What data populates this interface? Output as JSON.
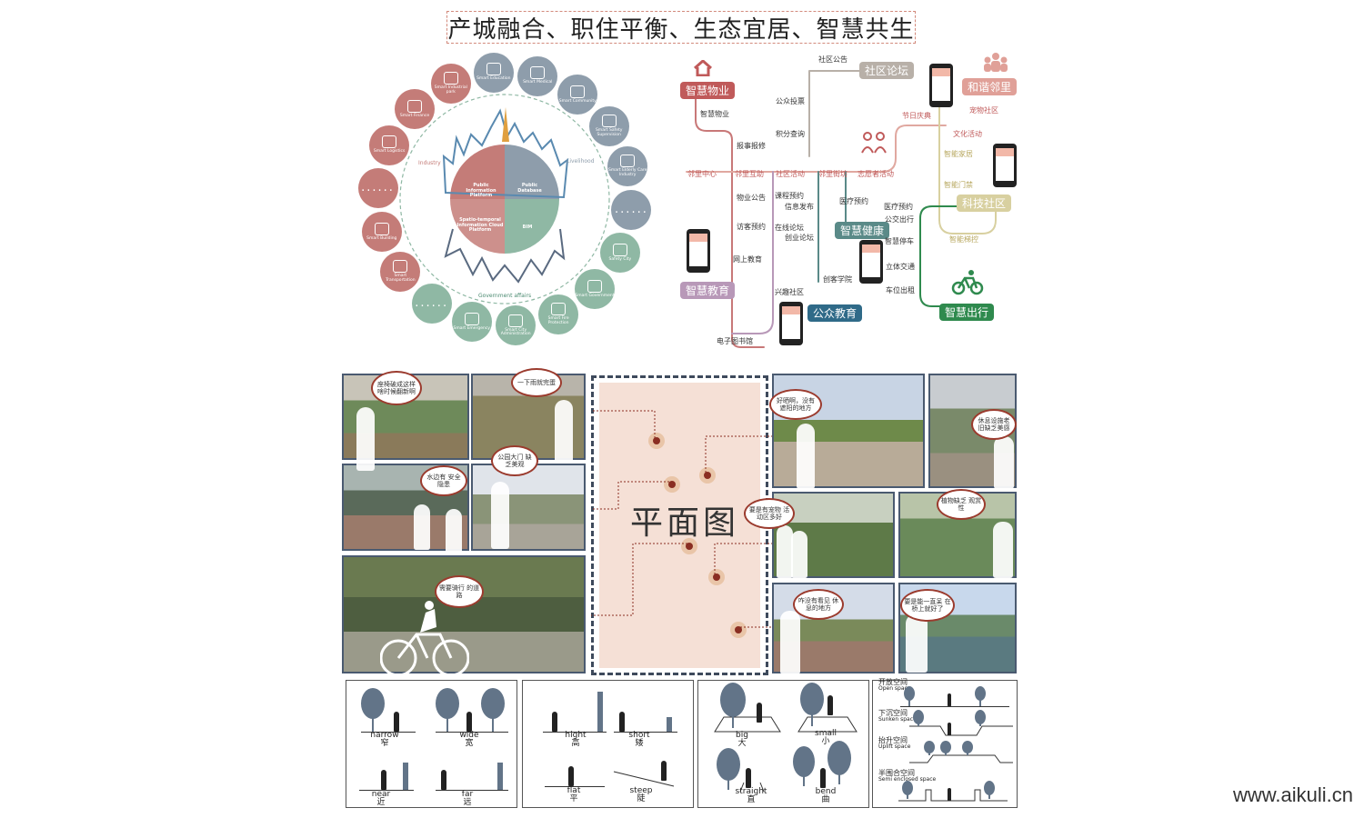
{
  "title": "产城融合、职住平衡、生态宜居、智慧共生",
  "ring": {
    "sector_labels": [
      "Public Information Platform",
      "Public Database",
      "Spatio-temporal Information Cloud Platform",
      "BIM"
    ],
    "arc_labels": {
      "left": "Industry",
      "right": "Livelihood",
      "bottom": "Government affairs"
    },
    "nodes": [
      {
        "label": "Smart Education",
        "color": "#8e9dab"
      },
      {
        "label": "Smart Medical",
        "color": "#8e9dab"
      },
      {
        "label": "Smart Community",
        "color": "#8e9dab"
      },
      {
        "label": "Smart Safety Supervision",
        "color": "#8e9dab"
      },
      {
        "label": "Smart Elderly Care Industry",
        "color": "#8e9dab"
      },
      {
        "label": "......",
        "color": "#8e9dab"
      },
      {
        "label": "Safety City",
        "color": "#8fb8a4"
      },
      {
        "label": "Smart Government",
        "color": "#8fb8a4"
      },
      {
        "label": "Smart Fire Protection",
        "color": "#8fb8a4"
      },
      {
        "label": "Smart City Administration",
        "color": "#8fb8a4"
      },
      {
        "label": "Smart Emergency",
        "color": "#8fb8a4"
      },
      {
        "label": "......",
        "color": "#8fb8a4"
      },
      {
        "label": "Smart Transportation",
        "color": "#c47c78"
      },
      {
        "label": "Smart Building",
        "color": "#c47c78"
      },
      {
        "label": "......",
        "color": "#c47c78"
      },
      {
        "label": "Smart Logistics",
        "color": "#c47c78"
      },
      {
        "label": "Smart Finance",
        "color": "#c47c78"
      },
      {
        "label": "Smart Industrial park",
        "color": "#c47c78"
      }
    ]
  },
  "metro": {
    "hubs": {
      "property": "智慧物业",
      "forum": "社区论坛",
      "neighbor": "和谐邻里",
      "tech": "科技社区",
      "health": "智慧健康",
      "education": "智慧教育",
      "public_edu": "公众教育",
      "travel": "智慧出行"
    },
    "stations": {
      "s1": "社区公告",
      "s2": "公众投票",
      "s3": "积分查询",
      "s4": "智慧物业",
      "s5": "报事报修",
      "s6": "邻里中心",
      "s7": "邻里互助",
      "s8": "社区活动",
      "s9": "邻里街坊",
      "s10": "志愿者活动",
      "s11": "节日庆典",
      "s12": "宠物社区",
      "s13": "文化活动",
      "s14": "智能家居",
      "s15": "智能门禁",
      "s16": "智能梯控",
      "s17": "物业公告",
      "s18": "课程预约",
      "s19": "信息发布",
      "s20": "医疗预约",
      "s21": "医疗预约",
      "s22": "访客预约",
      "s23": "在线论坛",
      "s24": "创业论坛",
      "s25": "公交出行",
      "s26": "智慧停车",
      "s27": "立体交通",
      "s28": "网上教育",
      "s29": "创客学院",
      "s30": "车位出租",
      "s31": "兴趣社区",
      "s32": "电子图书馆"
    }
  },
  "photos": {
    "bubbles": {
      "b1": "座椅破成这样 啥时候翻新啊",
      "b2": "一下雨就完蛋",
      "b3": "公园大门 缺乏美观",
      "b4": "水边有 安全隐患",
      "b5": "需要骑行 的道路",
      "b6": "好晒啊，没有 遮阳的地方",
      "b7": "休息设施老 旧缺乏美感",
      "b8": "要是有宠物 活动区多好",
      "b9": "植物缺乏 观赏性",
      "b10": "咋没有看见 休息的地方",
      "b11": "要是能一直呆 在桥上就好了"
    },
    "plan_title": "平面图"
  },
  "legend": {
    "narrow": {
      "en": "narrow",
      "zh": "窄"
    },
    "wide": {
      "en": "wide",
      "zh": "宽"
    },
    "near": {
      "en": "near",
      "zh": "近"
    },
    "far": {
      "en": "far",
      "zh": "远"
    },
    "hight": {
      "en": "hight",
      "zh": "高"
    },
    "short": {
      "en": "short",
      "zh": "矮"
    },
    "flat": {
      "en": "flat",
      "zh": "平"
    },
    "steep": {
      "en": "steep",
      "zh": "陡"
    },
    "big": {
      "en": "big",
      "zh": "大"
    },
    "small": {
      "en": "small",
      "zh": "小"
    },
    "straight": {
      "en": "straight",
      "zh": "直"
    },
    "bend": {
      "en": "bend",
      "zh": "曲"
    },
    "spaces": [
      {
        "zh": "开放空间",
        "en": "Open space"
      },
      {
        "zh": "下沉空间",
        "en": "Sunken space"
      },
      {
        "zh": "抬升空间",
        "en": "Uplift space"
      },
      {
        "zh": "半围合空间",
        "en": "Semi enclosed space"
      }
    ]
  },
  "watermark": "www.aikuli.cn"
}
